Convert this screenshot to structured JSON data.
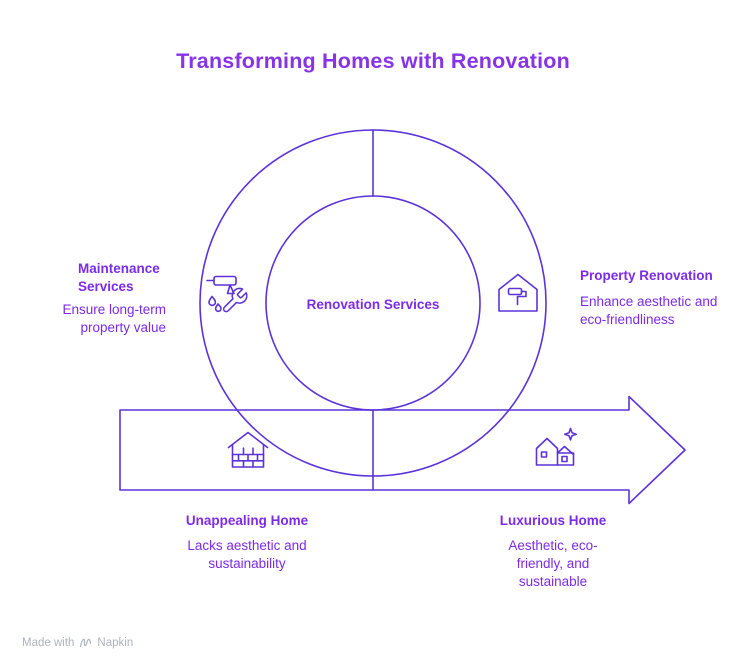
{
  "title": "Transforming Homes with Renovation",
  "colors": {
    "title": "#8733E6",
    "heading": "#7C2BE6",
    "body": "#7C2BE6",
    "stroke": "#5B33D9",
    "footer": "#AEB3BC",
    "background": "#FFFFFF"
  },
  "center": {
    "label": "Renovation Services"
  },
  "segments": [
    {
      "id": "maintenance-services",
      "heading": "Maintenance Services",
      "description": "Ensure long-term property value",
      "icon": "maintenance-tools-icon"
    },
    {
      "id": "property-renovation",
      "heading": "Property Renovation",
      "description": "Enhance aesthetic and eco-friendliness",
      "icon": "house-renovation-icon"
    }
  ],
  "flow": [
    {
      "id": "unappealing-home",
      "heading": "Unappealing Home",
      "description": "Lacks aesthetic and sustainability",
      "icon": "brick-house-icon"
    },
    {
      "id": "luxurious-home",
      "heading": "Luxurious Home",
      "description": "Aesthetic, eco-friendly, and sustainable",
      "icon": "luxury-house-icon"
    }
  ],
  "footer": {
    "made_with": "Made with",
    "brand": "Napkin",
    "logo": "napkin-scribble-icon"
  }
}
